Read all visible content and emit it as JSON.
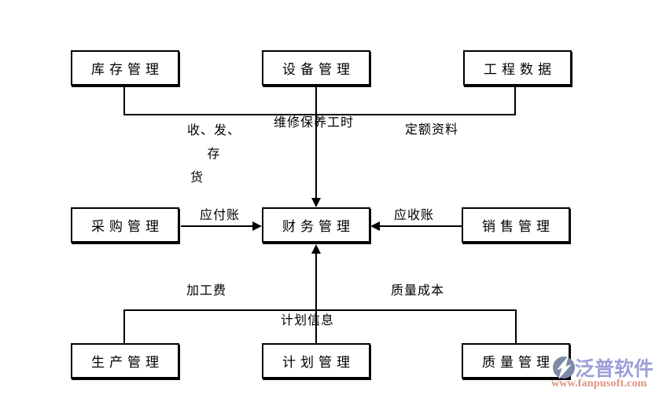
{
  "page": {
    "background_color": "#ffffff",
    "line_color": "#000000",
    "text_color": "#000000"
  },
  "diagram": {
    "type": "flowchart",
    "nodes": [
      {
        "id": "inventory",
        "label": "库存管理"
      },
      {
        "id": "equipment",
        "label": "设备管理"
      },
      {
        "id": "engineering-data",
        "label": "工程数据"
      },
      {
        "id": "purchasing",
        "label": "采购管理"
      },
      {
        "id": "finance",
        "label": "财务管理"
      },
      {
        "id": "sales",
        "label": "销售管理"
      },
      {
        "id": "production",
        "label": "生产管理"
      },
      {
        "id": "planning",
        "label": "计划管理"
      },
      {
        "id": "quality",
        "label": "质量管理"
      }
    ],
    "edges": [
      {
        "from": "库存管理",
        "to": "财务管理",
        "label": "收、发、存货",
        "label_line1": "收、发、存",
        "label_line2": "货"
      },
      {
        "from": "设备管理",
        "to": "财务管理",
        "label": "维修保养工时"
      },
      {
        "from": "工程数据",
        "to": "财务管理",
        "label": "定额资料"
      },
      {
        "from": "采购管理",
        "to": "财务管理",
        "label": "应付账"
      },
      {
        "from": "销售管理",
        "to": "财务管理",
        "label": "应收账"
      },
      {
        "from": "生产管理",
        "to": "财务管理",
        "label": "加工费"
      },
      {
        "from": "计划管理",
        "to": "财务管理",
        "label": "计划信息"
      },
      {
        "from": "质量管理",
        "to": "财务管理",
        "label": "质量成本"
      }
    ]
  },
  "watermark": {
    "logo_icon": "fanpu-logo",
    "brand": "泛普软件",
    "url": "www.fanpusoft.com",
    "brand_color": "#9d9ed8",
    "url_color": "#e0907f",
    "logo_color": "#7c8ba5"
  }
}
